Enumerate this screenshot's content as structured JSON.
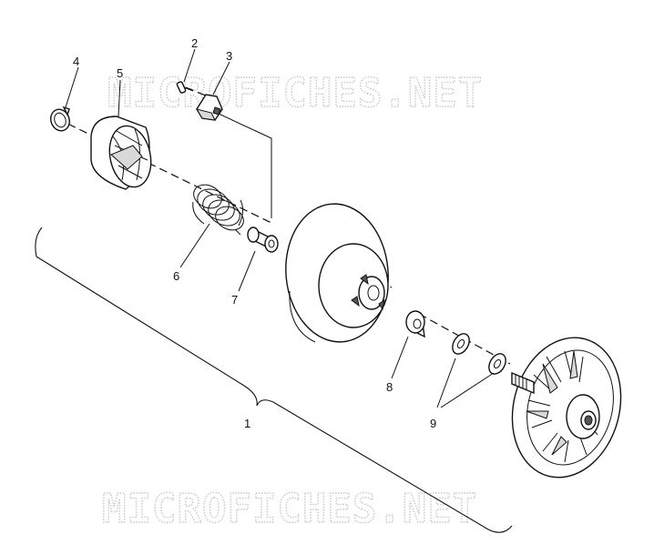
{
  "watermark": {
    "top_text": "MICROFICHES.NET",
    "bottom_text": "MICROFICHES.NET"
  },
  "callouts": [
    {
      "id": "1",
      "label": "1"
    },
    {
      "id": "2",
      "label": "2"
    },
    {
      "id": "3",
      "label": "3"
    },
    {
      "id": "4",
      "label": "4"
    },
    {
      "id": "5",
      "label": "5"
    },
    {
      "id": "6",
      "label": "6"
    },
    {
      "id": "7",
      "label": "7"
    },
    {
      "id": "8",
      "label": "8"
    },
    {
      "id": "9",
      "label": "9"
    }
  ]
}
